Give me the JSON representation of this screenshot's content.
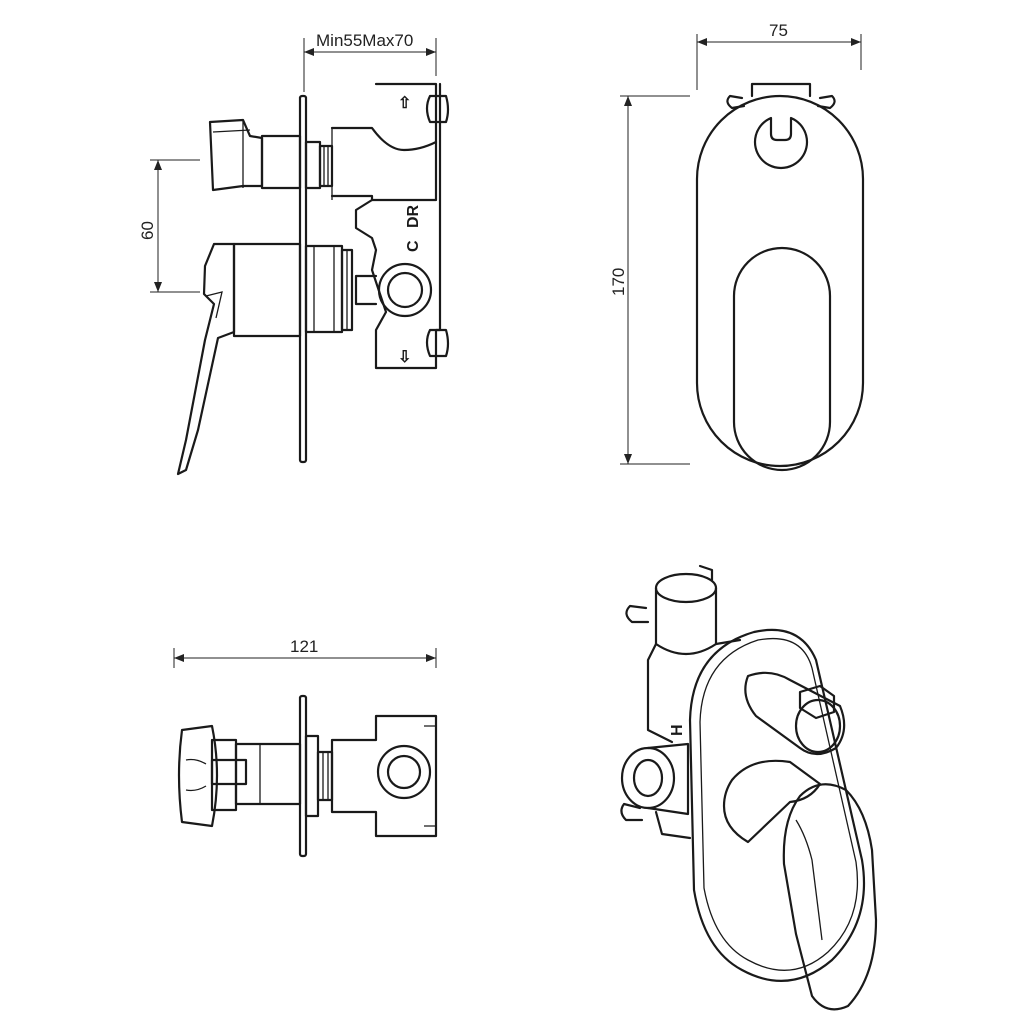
{
  "dimensions": {
    "wall_depth": "Min55Max70",
    "handle_offset": "60",
    "plate_width": "75",
    "plate_height": "170",
    "total_length": "121"
  },
  "markings": {
    "cold": "C",
    "diverter": "DR",
    "hot": "H",
    "flow_up": "⇧",
    "flow_down": "⇩"
  }
}
